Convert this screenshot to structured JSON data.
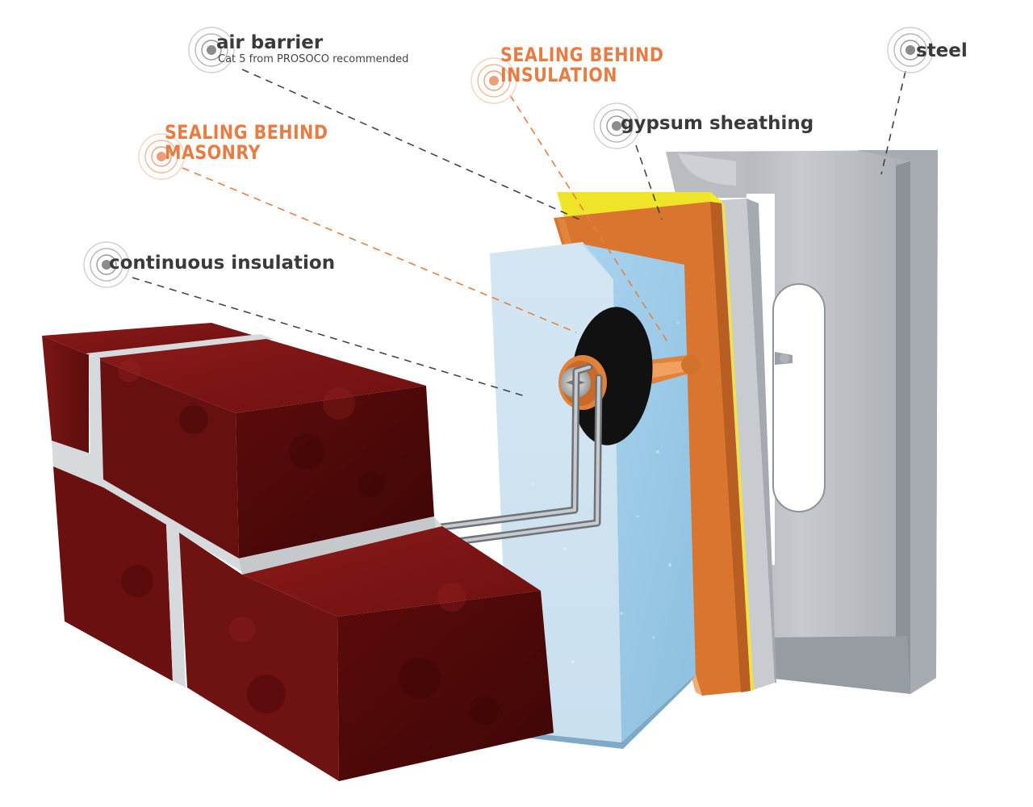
{
  "callouts": {
    "air_barrier": {
      "label": "air barrier",
      "note": "Cat 5 from PROSOCO recommended"
    },
    "sealing_insulation": {
      "line1": "SEALING BEHIND",
      "line2": "INSULATION"
    },
    "steel": {
      "label": "steel"
    },
    "gypsum": {
      "label": "gypsum sheathing"
    },
    "sealing_masonry": {
      "line1": "SEALING BEHIND",
      "line2": "MASONRY"
    },
    "continuous_insulation": {
      "label": "continuous insulation"
    }
  },
  "colors": {
    "label_dark": "#3a3a3a",
    "label_orange": "#e87d44",
    "brick": "#7a1212",
    "mortar": "#d7dadc",
    "insulation": "#a9cde6",
    "air_barrier": "#d9752f",
    "gypsum_face": "#f2ec2a",
    "steel": "#b3b7bc",
    "washer": "#111111"
  }
}
